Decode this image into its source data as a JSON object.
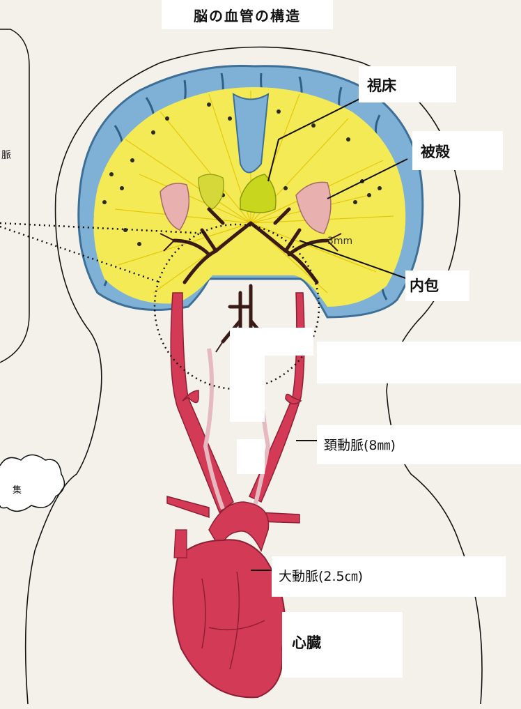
{
  "title": "脳の血管の構造",
  "labels": {
    "thalamus": "視床",
    "putamen": "被殻",
    "internal_capsule": "内包",
    "carotid_artery": "頚動脈(8㎜)",
    "aorta": "大動脈(2.5㎝)",
    "heart": "心臓"
  },
  "side_fragments": {
    "artery_partial": "脈",
    "cloud_partial": "集"
  },
  "colors": {
    "artery_red": "#d02c4a",
    "brain_blue": "#6fa3c9",
    "white_matter_yellow": "#f2e94a",
    "putamen_pink": "#e6a6a6",
    "vessel_dark": "#3a1a16",
    "background": "#f3f1ea"
  }
}
